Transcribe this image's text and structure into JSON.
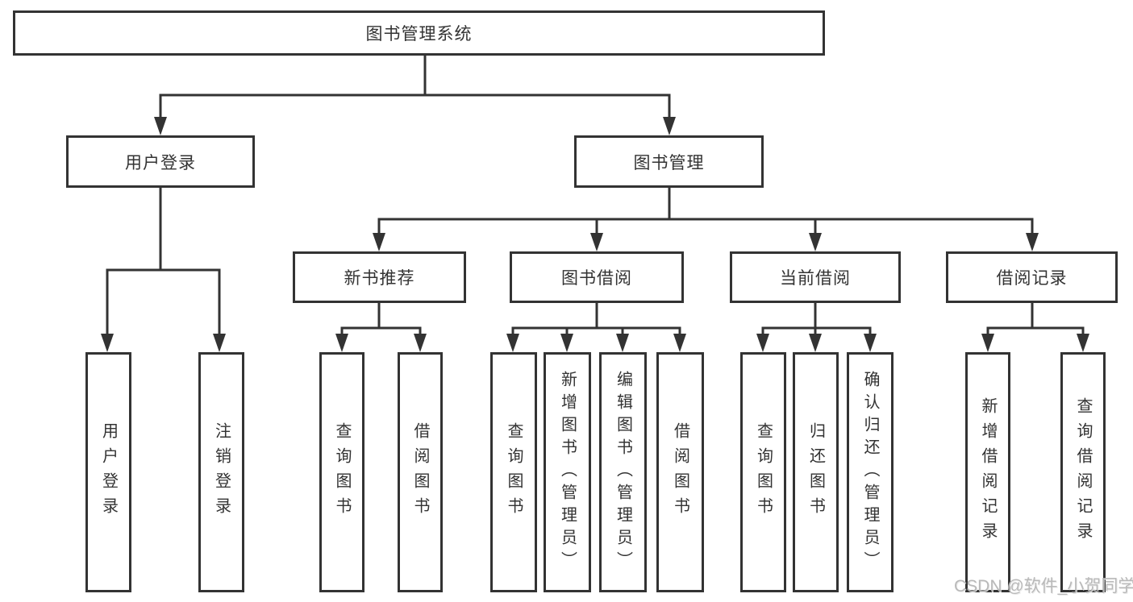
{
  "tree": {
    "root": {
      "label": "图书管理系统"
    },
    "login": {
      "label": "用户登录",
      "children": [
        {
          "label": "用户登录"
        },
        {
          "label": "注销登录"
        }
      ]
    },
    "management": {
      "label": "图书管理",
      "sections": [
        {
          "label": "新书推荐",
          "children": [
            {
              "label": "查询图书"
            },
            {
              "label": "借阅图书"
            }
          ]
        },
        {
          "label": "图书借阅",
          "children": [
            {
              "label": "查询图书"
            },
            {
              "label": "新增图书（管理员）"
            },
            {
              "label": "编辑图书（管理员）"
            },
            {
              "label": "借阅图书"
            }
          ]
        },
        {
          "label": "当前借阅",
          "children": [
            {
              "label": "查询图书"
            },
            {
              "label": "归还图书"
            },
            {
              "label": "确认归还（管理员）"
            }
          ]
        },
        {
          "label": "借阅记录",
          "children": [
            {
              "label": "新增借阅记录"
            },
            {
              "label": "查询借阅记录"
            }
          ]
        }
      ]
    }
  },
  "watermark": "CSDN @软件_小贺同学",
  "colors": {
    "line": "#333333",
    "text": "#333333",
    "background": "#ffffff",
    "watermark": "#b2b2b2"
  }
}
